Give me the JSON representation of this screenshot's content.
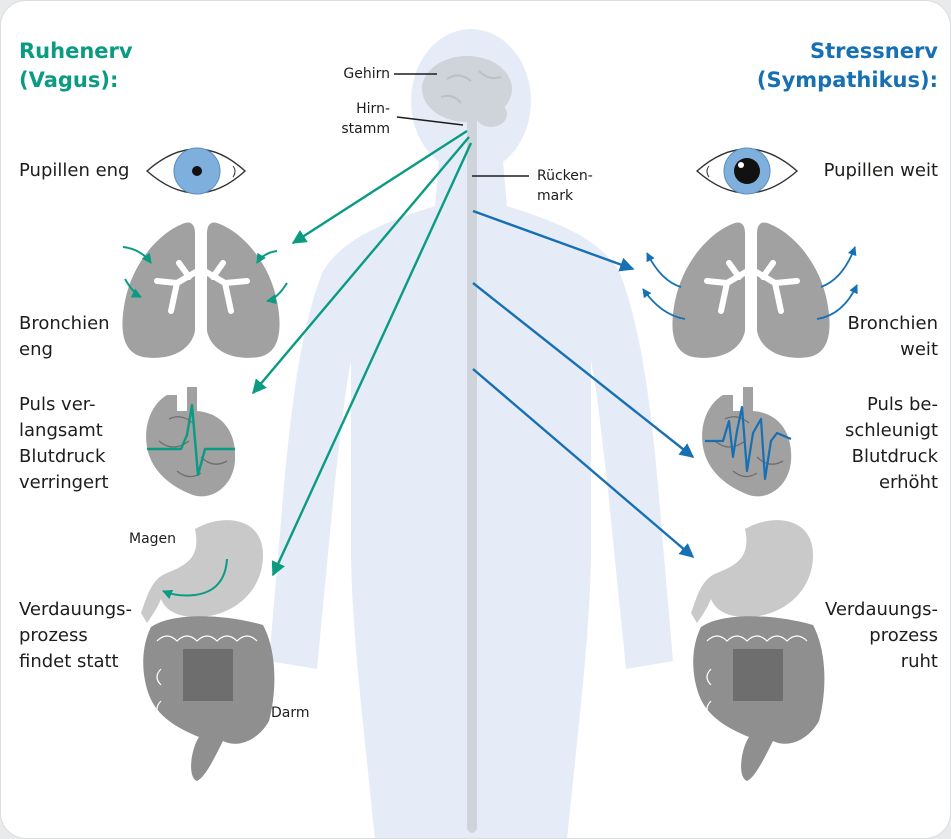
{
  "colors": {
    "vagus": "#0a9b82",
    "sympathikus": "#1670b3",
    "silhouette": "#e6ecf7",
    "organ": "#a1a1a1",
    "organ_dark": "#6e6e6e",
    "brain": "#cfd3da",
    "iris": "#7fb0dd"
  },
  "headings": {
    "left": "Ruhenerv\n(Vagus):",
    "right": "Stressnerv\n(Sympathikus):"
  },
  "body_labels": {
    "brain": "Gehirn",
    "brainstem": "Hirn-\nstamm",
    "spinal_cord": "Rücken-\nmark"
  },
  "left_labels": {
    "pupils": "Pupillen eng",
    "bronchi": "Bronchien\neng",
    "pulse": "Puls ver-\nlangsamt\nBlutdruck\nverringert",
    "stomach": "Magen",
    "digestion": "Verdauungs-\nprozess\nfindet statt",
    "intestine": "Darm"
  },
  "right_labels": {
    "pupils": "Pupillen weit",
    "bronchi": "Bronchien\nweit",
    "pulse": "Puls be-\nschleunigt\nBlutdruck\nerhöht",
    "digestion": "Verdauungs-\nprozess\nruht"
  },
  "icons": [
    "eye-icon",
    "lungs-icon",
    "heart-icon",
    "stomach-icon",
    "intestine-icon",
    "brain-icon",
    "body-silhouette"
  ]
}
